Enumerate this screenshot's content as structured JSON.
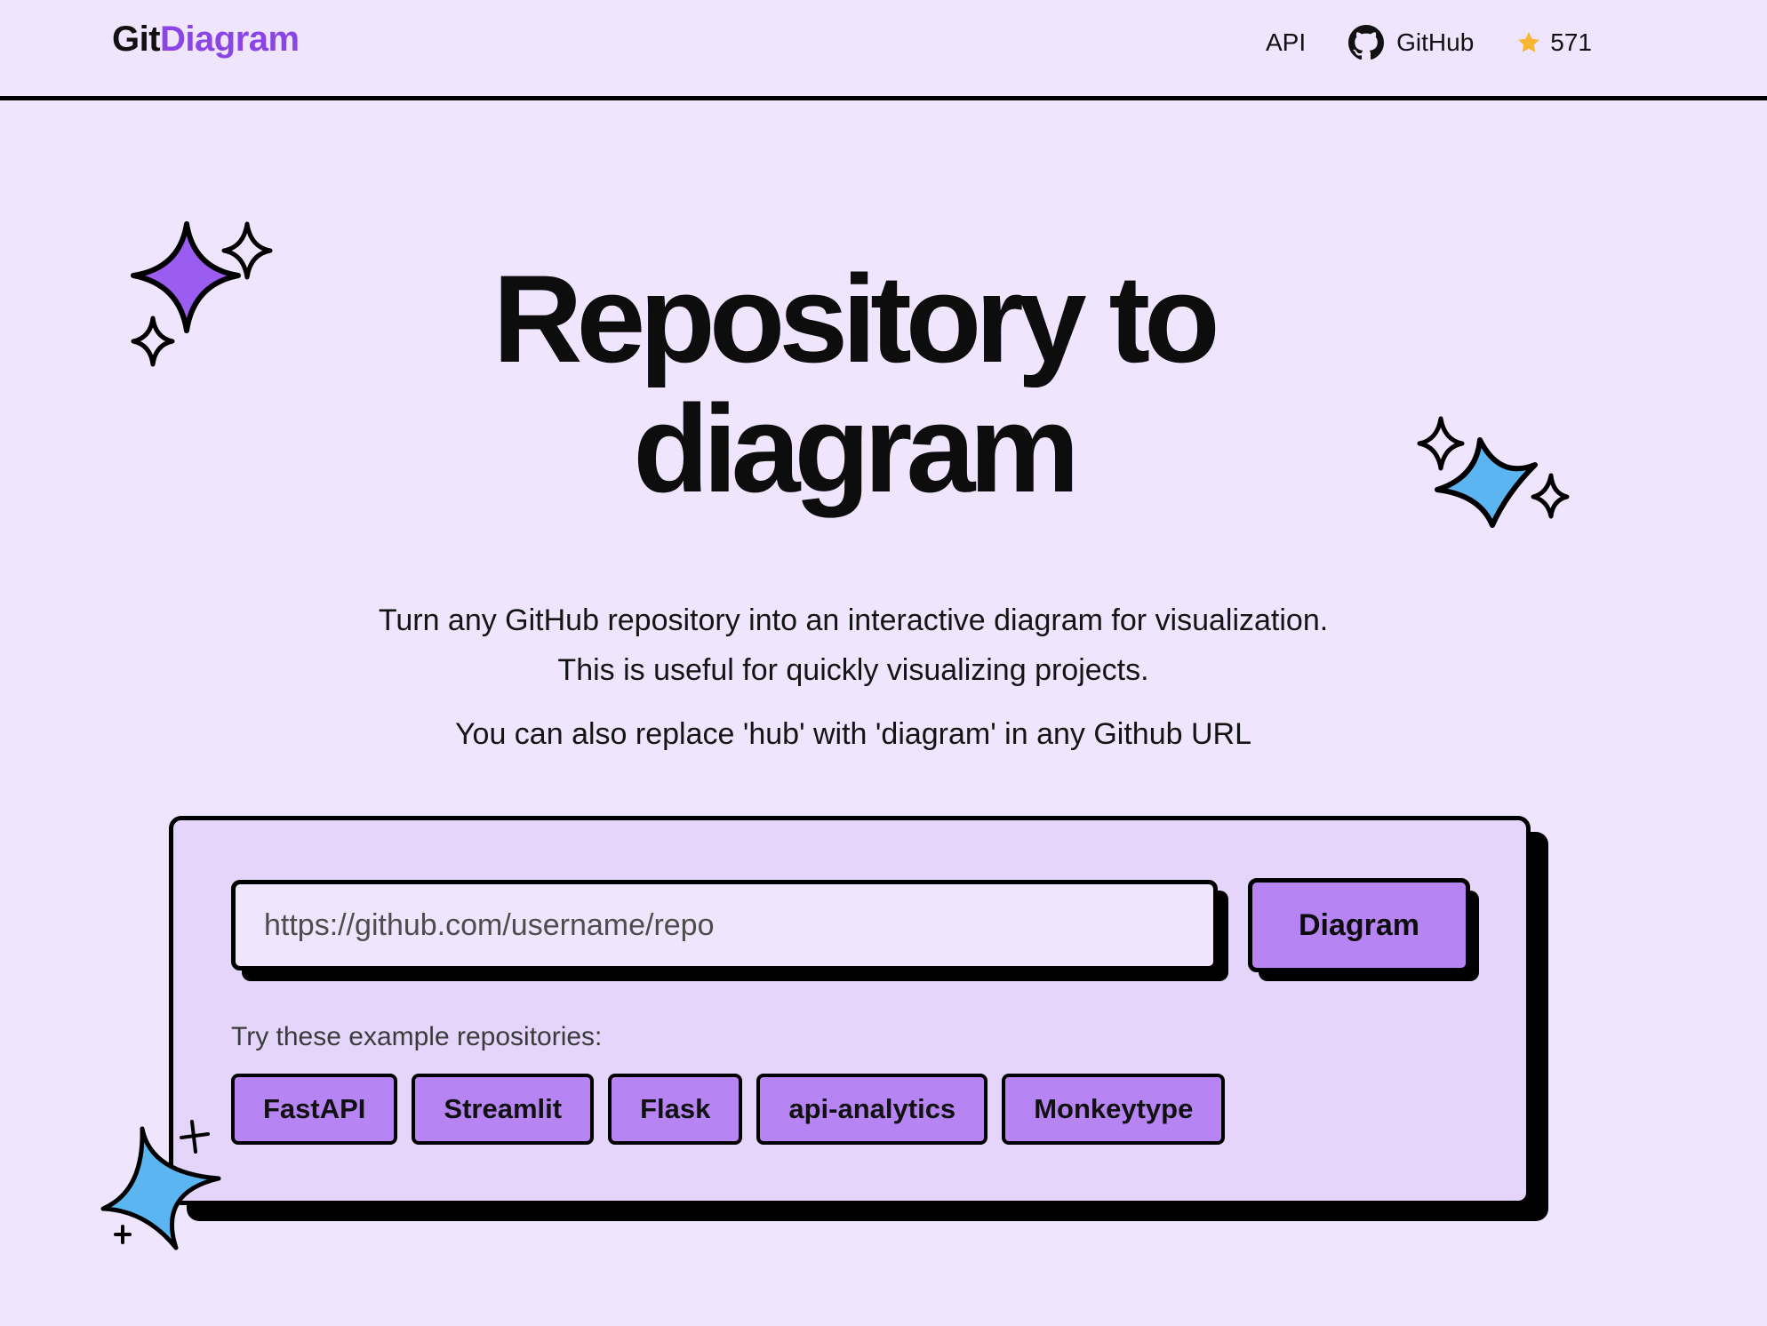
{
  "header": {
    "logo_part1": "Git",
    "logo_part2": "Diagram",
    "nav": {
      "api_label": "API",
      "github_label": "GitHub",
      "stars_count": "571"
    }
  },
  "hero": {
    "title_line1": "Repository to",
    "title_line2": "diagram",
    "subtitle_line1": "Turn any GitHub repository into an interactive diagram for visualization.",
    "subtitle_line2": "This is useful for quickly visualizing projects.",
    "subtitle_line3": "You can also replace 'hub' with 'diagram' in any Github URL"
  },
  "form": {
    "url_placeholder": "https://github.com/username/repo",
    "url_value": "",
    "submit_label": "Diagram",
    "examples_label": "Try these example repositories:",
    "examples": [
      "FastAPI",
      "Streamlit",
      "Flask",
      "api-analytics",
      "Monkeytype"
    ]
  },
  "icons": {
    "github": "github-icon",
    "star": "star-icon",
    "sparkles": [
      "sparkle-purple-icon",
      "sparkle-blue-icon",
      "sparkle-blue-card-icon"
    ]
  },
  "colors": {
    "background": "#efe5fd",
    "card": "#e5d5fb",
    "accent": "#b784f4",
    "brand": "#8b45e6",
    "star": "#f7b733",
    "sparkle_purple": "#9b5cf0",
    "sparkle_blue": "#5bb5f0"
  }
}
